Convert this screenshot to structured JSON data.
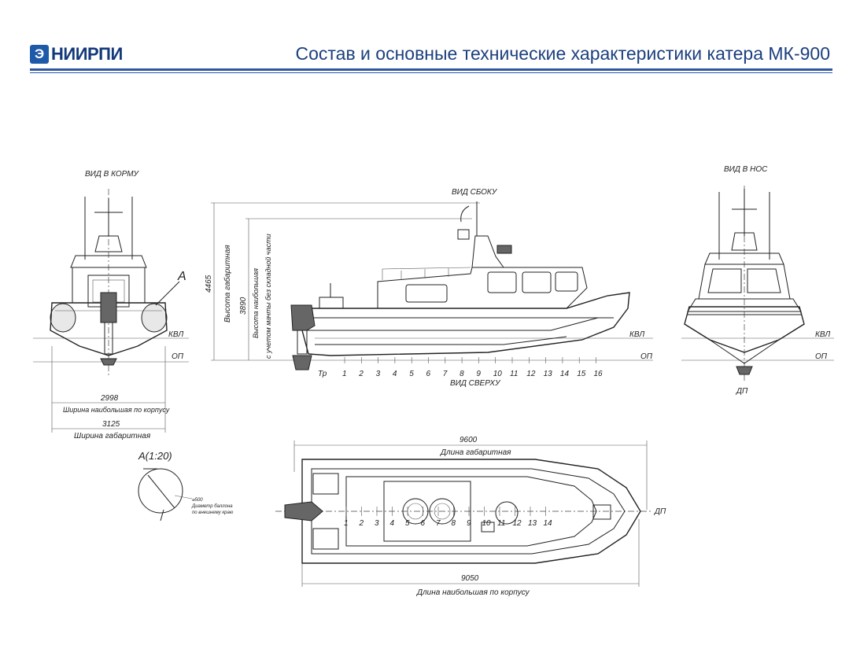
{
  "header": {
    "logo_mark": "Э",
    "logo_text": "НИИРПИ",
    "title": "Состав и основные технические характеристики катера МК-900"
  },
  "views": {
    "stern_title": "ВИД В КОРМУ",
    "side_title": "ВИД СБОКУ",
    "bow_title": "ВИД В НОС",
    "top_title": "ВИД СВЕРХУ",
    "detail_title": "А(1:20)",
    "detail_marker": "А"
  },
  "labels": {
    "kvl": "КВЛ",
    "op": "ОП",
    "dp": "ДП",
    "tr": "Тр"
  },
  "dimensions": {
    "hull_width_value": "2998",
    "hull_width_text": "Ширина наибольшая по корпусу",
    "overall_width_value": "3125",
    "overall_width_text": "Ширина габаритная",
    "overall_height_value": "4465",
    "overall_height_text": "Высота габаритная",
    "max_height_value": "3890",
    "max_height_text_1": "Высота наибольшая",
    "max_height_text_2": "с учетом мачты без складной части",
    "overall_length_value": "9600",
    "overall_length_text": "Длина габаритная",
    "hull_length_value": "9050",
    "hull_length_text": "Длина наибольшая по корпусу",
    "fender_diameter_value": "⌀500",
    "fender_diameter_text_1": "Диаметр баллона",
    "fender_diameter_text_2": "по внешнему краю"
  },
  "side_frames": [
    "1",
    "2",
    "3",
    "4",
    "5",
    "6",
    "7",
    "8",
    "9",
    "10",
    "11",
    "12",
    "13",
    "14",
    "15",
    "16"
  ],
  "top_frames": [
    "1",
    "2",
    "3",
    "4",
    "5",
    "6",
    "7",
    "8",
    "9",
    "10",
    "11",
    "12",
    "13",
    "14"
  ]
}
